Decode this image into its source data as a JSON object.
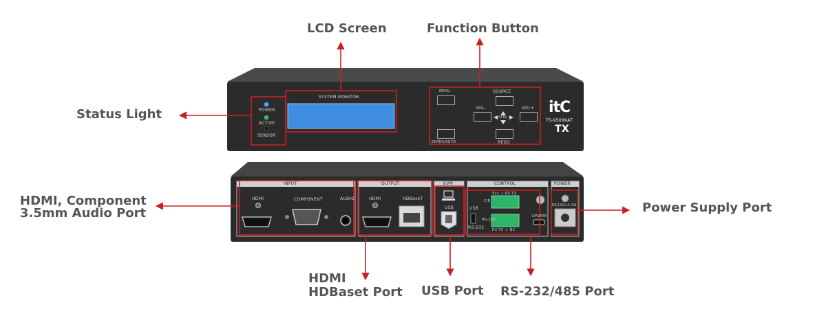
{
  "callouts": {
    "lcd_screen": "LCD Screen",
    "function_button": "Function Button",
    "status_light": "Status Light",
    "hdmi_component_line1": "HDMI, Component",
    "hdmi_component_line2": "3.5mm Audio Port",
    "power_supply": "Power Supply Port",
    "hdmi_hdbaset_line1": "HDMI",
    "hdmi_hdbaset_line2": "HDBaset Port",
    "usb_port": "USB Port",
    "rs232_port": "RS-232/485 Port"
  },
  "front_panel": {
    "power": "POWER",
    "active": "ACTIVE",
    "sensor": "SENSOR",
    "system_monitor": "SYSTEM MONITOR",
    "menu": "MENU",
    "source": "SOURCE",
    "vol_minus": "VOL-",
    "vol_plus": "VOL+",
    "menu_center": "MENU",
    "enter_auto": "ENTER/AUTO",
    "reso": "RESO",
    "brand": "itC",
    "model": "TS-9506KAT",
    "tx": "TX"
  },
  "rear_panel": {
    "input": "INPUT",
    "output": "OUTPUT",
    "kvm": "KVM",
    "control": "CONTROL",
    "power": "POWER",
    "hdmi_in": "HDMI",
    "component": "COMPONENT",
    "audio": "AUDIO",
    "hdmi_out": "HDMI",
    "hdbaset": "HDBaseT",
    "usb": "USB",
    "usb2": "USB",
    "rs232": "RS-232",
    "ir": "CIR",
    "rs485": "RS-232",
    "update": "UPDATE",
    "dc": "DC12V⎓1.5A",
    "term_top": "Vcc ⏚ RX TX",
    "term_bottom": "RX TX ⏚ NC"
  },
  "colors": {
    "annotation_red": "#cc1f1f",
    "lcd_blue": "#3f8de0",
    "chassis": "#2b2b2b",
    "label_gray": "#555555"
  }
}
